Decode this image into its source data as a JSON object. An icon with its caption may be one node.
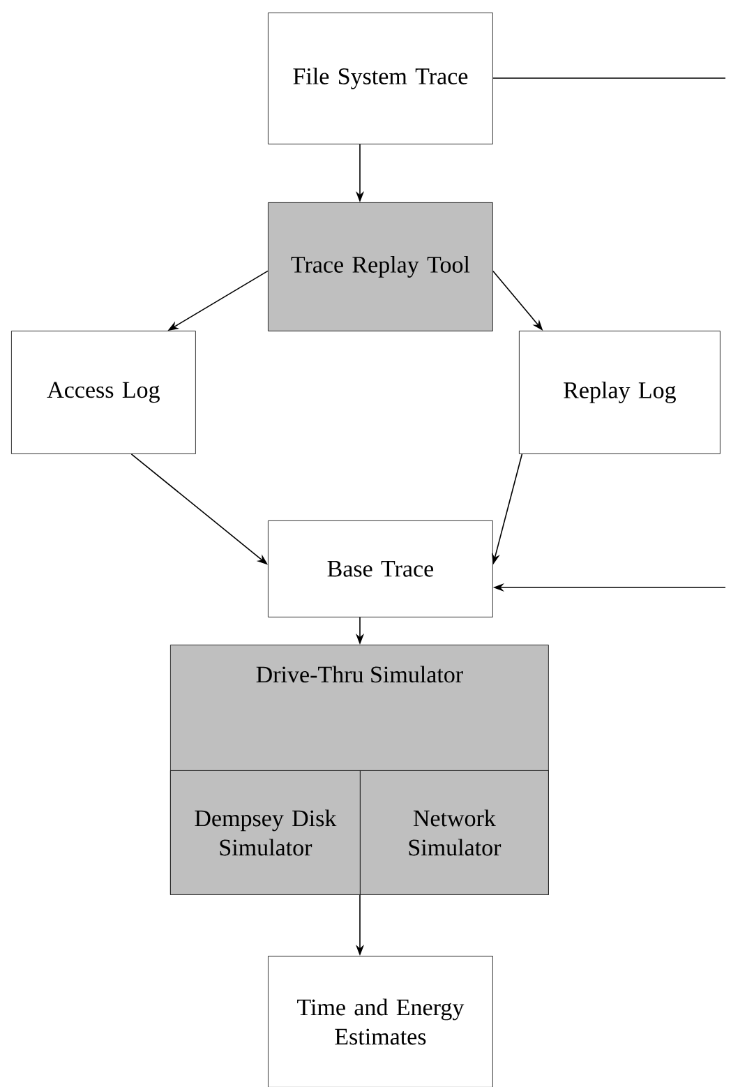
{
  "diagram": {
    "nodes": [
      {
        "text": [
          "File System Trace"
        ]
      },
      {
        "text": [
          "Trace Replay Tool"
        ]
      },
      {
        "text": [
          "Access Log"
        ]
      },
      {
        "text": [
          "Replay Log"
        ]
      },
      {
        "text": [
          "Base Trace"
        ]
      },
      {
        "text": [
          "Drive-Thru Simulator"
        ]
      },
      {
        "text": [
          "Dempsey Disk Simulator"
        ],
        "in": 5
      },
      {
        "text": [
          "Network Simulator"
        ],
        "in": 5
      },
      {
        "text": [
          "Time and Energy Estimates"
        ]
      }
    ],
    "edges": [
      {
        "from": 0,
        "to": 1,
        "arrow": "to"
      },
      {
        "from": 1,
        "to": 2,
        "arrow": "to"
      },
      {
        "from": 1,
        "to": 3,
        "arrow": "to"
      },
      {
        "from": 2,
        "to": 4,
        "arrow": "to"
      },
      {
        "from": 3,
        "to": 4,
        "arrow": "to"
      },
      {
        "from": 4,
        "to": 5,
        "arrow": "to"
      },
      {
        "from": 0,
        "to": null,
        "arrow": "none"
      },
      {
        "from": null,
        "to": 4,
        "arrow": "to"
      },
      {
        "from": 5,
        "to": 8,
        "arrow": "to"
      }
    ]
  }
}
